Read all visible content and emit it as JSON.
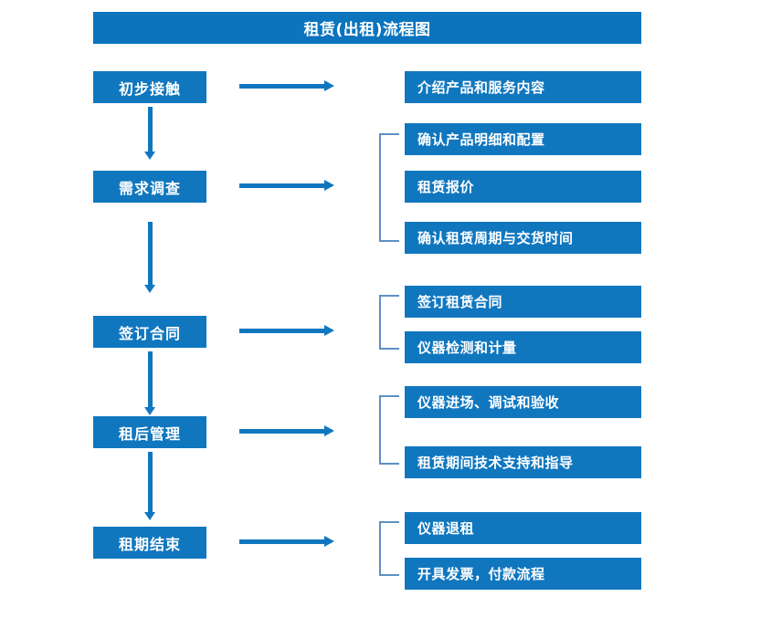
{
  "title": "租赁(出租)流程图",
  "colors": {
    "title_bar": "#0b74bd",
    "box_fill": "#1077bf",
    "box_text": "#ffffff",
    "arrow": "#1077bf",
    "bracket": "#5f90c2",
    "background": "#ffffff"
  },
  "stages": [
    {
      "label": "初步接触"
    },
    {
      "label": "需求调查"
    },
    {
      "label": "签订合同"
    },
    {
      "label": "租后管理"
    },
    {
      "label": "租期结束"
    }
  ],
  "details": [
    {
      "label": "介绍产品和服务内容"
    },
    {
      "label": "确认产品明细和配置"
    },
    {
      "label": "租赁报价"
    },
    {
      "label": "确认租赁周期与交货时间"
    },
    {
      "label": "签订租赁合同"
    },
    {
      "label": "仪器检测和计量"
    },
    {
      "label": "仪器进场、调试和验收"
    },
    {
      "label": "租赁期间技术支持和指导"
    },
    {
      "label": "仪器退租"
    },
    {
      "label": "开具发票，付款流程"
    }
  ],
  "groups": [
    {
      "stage": "需求调查",
      "detail_labels": [
        "确认产品明细和配置",
        "租赁报价",
        "确认租赁周期与交货时间"
      ]
    },
    {
      "stage": "签订合同",
      "detail_labels": [
        "签订租赁合同",
        "仪器检测和计量"
      ]
    },
    {
      "stage": "租后管理",
      "detail_labels": [
        "仪器进场、调试和验收",
        "租赁期间技术支持和指导"
      ]
    },
    {
      "stage": "租期结束",
      "detail_labels": [
        "仪器退租",
        "开具发票，付款流程"
      ]
    }
  ],
  "flow_transitions": [
    {
      "from": "初步接触",
      "to": "需求调查"
    },
    {
      "from": "需求调查",
      "to": "签订合同"
    },
    {
      "from": "签订合同",
      "to": "租后管理"
    },
    {
      "from": "租后管理",
      "to": "租期结束"
    }
  ]
}
